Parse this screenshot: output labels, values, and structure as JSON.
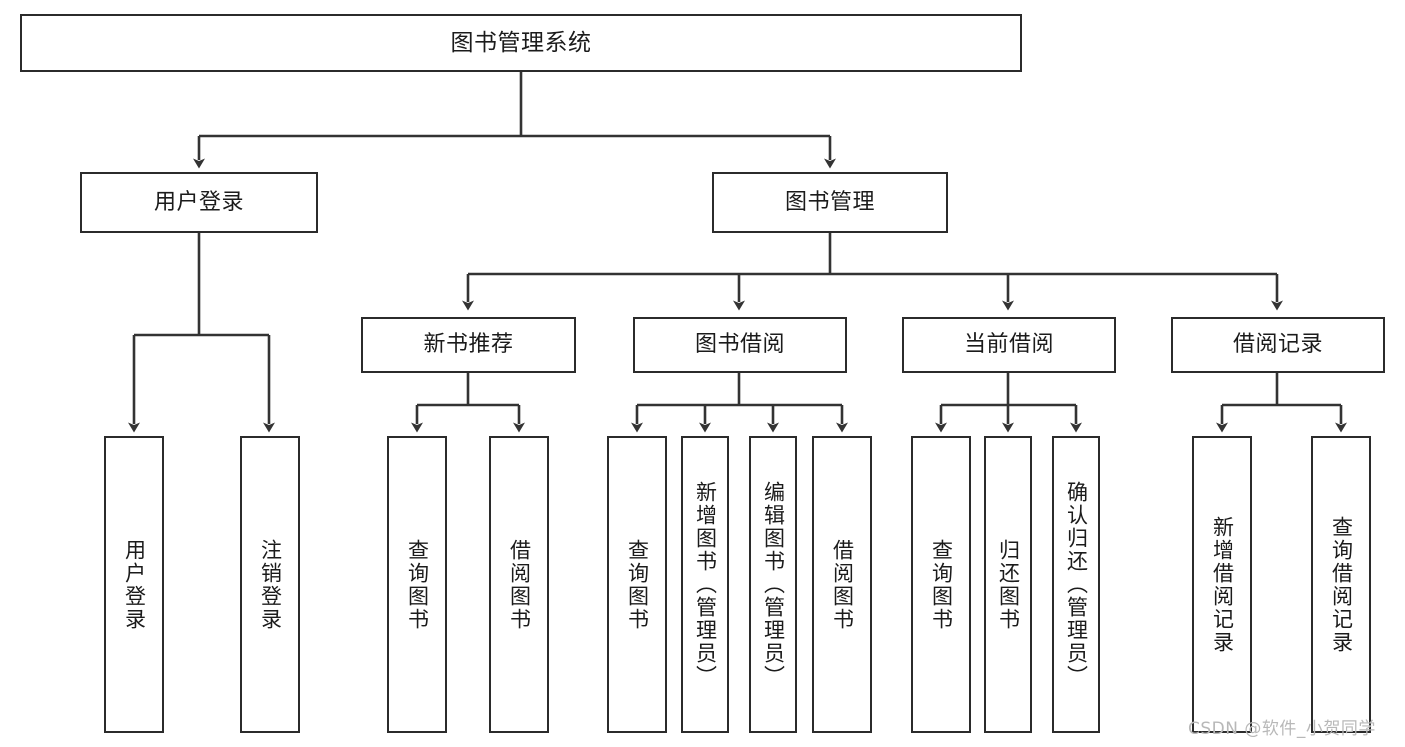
{
  "diagram": {
    "type": "tree-hierarchy-chart",
    "title": "图书管理系统",
    "background_color": "#ffffff",
    "box_border_color": "#2b2b2b",
    "connector_color": "#333333",
    "nodes": {
      "root": {
        "label": "图书管理系统"
      },
      "level1": [
        {
          "id": "user-login",
          "label": "用户登录"
        },
        {
          "id": "book-management",
          "label": "图书管理"
        }
      ],
      "level2": [
        {
          "id": "new-book-recommend",
          "label": "新书推荐"
        },
        {
          "id": "book-borrow",
          "label": "图书借阅"
        },
        {
          "id": "current-borrow",
          "label": "当前借阅"
        },
        {
          "id": "borrow-record",
          "label": "借阅记录"
        }
      ],
      "leaves": {
        "user_login": [
          {
            "id": "leaf-user-login",
            "label": "用户登录"
          },
          {
            "id": "leaf-logout-login",
            "label": "注销登录"
          }
        ],
        "new_book_recommend": [
          {
            "id": "leaf-query-book-1",
            "label": "查询图书"
          },
          {
            "id": "leaf-borrow-book-1",
            "label": "借阅图书"
          }
        ],
        "book_borrow": [
          {
            "id": "leaf-query-book-2",
            "label": "查询图书"
          },
          {
            "id": "leaf-add-book",
            "label": "新增图书（管理员）"
          },
          {
            "id": "leaf-edit-book",
            "label": "编辑图书（管理员）"
          },
          {
            "id": "leaf-borrow-book-2",
            "label": "借阅图书"
          }
        ],
        "current_borrow": [
          {
            "id": "leaf-query-book-3",
            "label": "查询图书"
          },
          {
            "id": "leaf-return-book",
            "label": "归还图书"
          },
          {
            "id": "leaf-confirm-return",
            "label": "确认归还（管理员）"
          }
        ],
        "borrow_record": [
          {
            "id": "leaf-add-record",
            "label": "新增借阅记录"
          },
          {
            "id": "leaf-query-record",
            "label": "查询借阅记录"
          }
        ]
      }
    }
  },
  "watermark": {
    "text": "CSDN @软件_小贺同学"
  }
}
